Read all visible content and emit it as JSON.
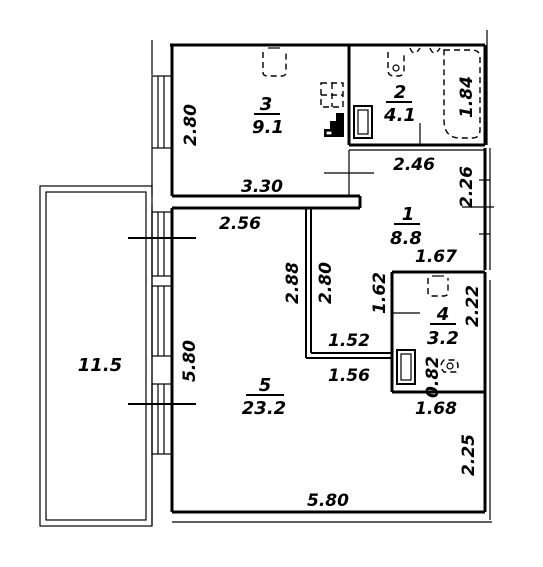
{
  "rooms": [
    {
      "number": "1",
      "area": "8.8"
    },
    {
      "number": "2",
      "area": "4.1"
    },
    {
      "number": "3",
      "area": "9.1"
    },
    {
      "number": "4",
      "area": "3.2"
    },
    {
      "number": "5",
      "area": "23.2"
    }
  ],
  "balcony_area": "11.5",
  "dimensions": {
    "room3_height": "2.80",
    "room3_width": "3.30",
    "bath_height": "1.84",
    "bath_width": "2.46",
    "hall_right": "2.26",
    "hall_top": "2.56",
    "hall_width": "1.67",
    "hall_left_outer": "2.88",
    "hall_left_inner": "2.80",
    "wc_left": "1.62",
    "wc_right": "2.22",
    "wc_niche": "1.52",
    "wc_bottom_left": "1.56",
    "wc_inner": "0.82",
    "wc_bottom": "1.68",
    "living_left": "5.80",
    "living_bottom": "5.80",
    "living_right": "2.25"
  }
}
